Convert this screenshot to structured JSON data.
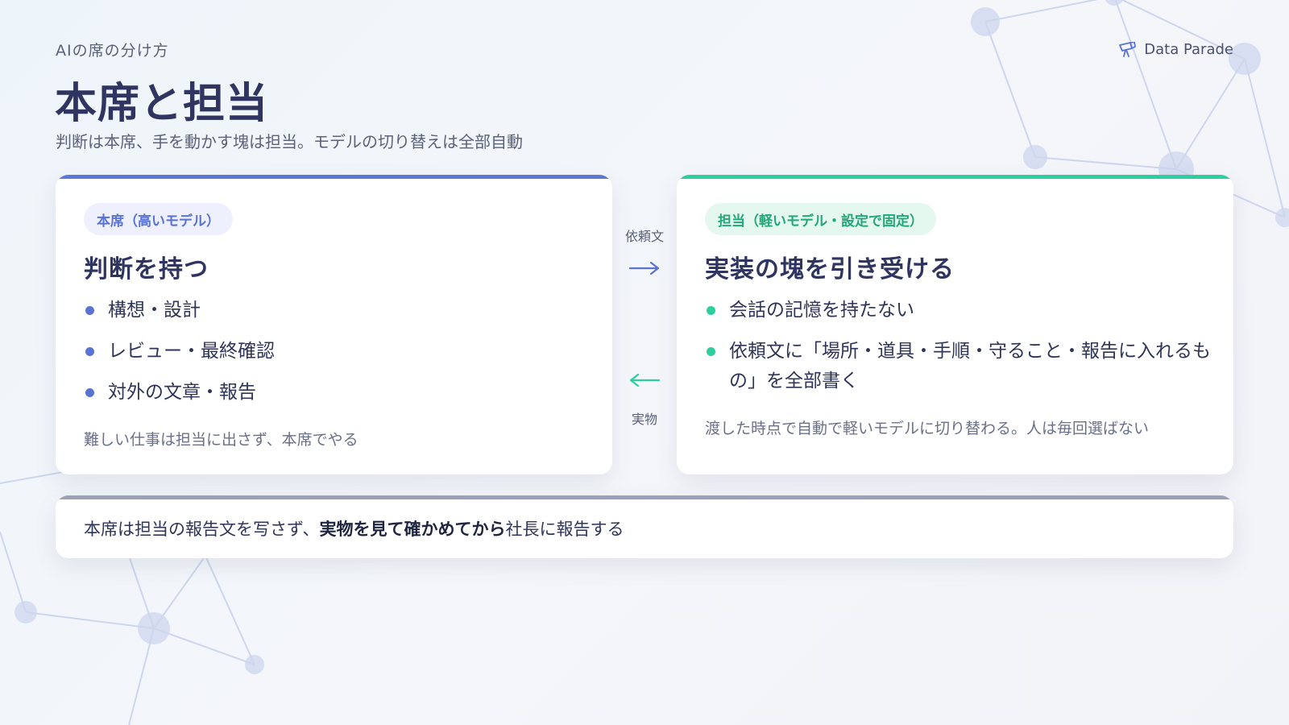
{
  "header": {
    "kicker": "AIの席の分け方",
    "title": "本席と担当",
    "subtitle": "判断は本席、手を動かす塊は担当。モデルの切り替えは全部自動"
  },
  "brand": {
    "name": "Data Parade",
    "icon": "telescope-icon"
  },
  "left_card": {
    "tag": "本席（高いモデル）",
    "heading": "判断を持つ",
    "items": [
      "構想・設計",
      "レビュー・最終確認",
      "対外の文章・報告"
    ],
    "note": "難しい仕事は担当に出さず、本席でやる",
    "accent": "#5a78d6"
  },
  "right_card": {
    "tag": "担当（軽いモデル・設定で固定）",
    "heading": "実装の塊を引き受ける",
    "items": [
      "会話の記憶を持たない",
      "依頼文に「場所・道具・手順・守ること・報告に入れるもの」を全部書く"
    ],
    "note": "渡した時点で自動で軽いモデルに切り替わる。人は毎回選ばない",
    "accent": "#2ecf9e"
  },
  "flow": {
    "to_right_label": "依頼文",
    "to_left_label": "実物",
    "to_right_icon": "arrow-right-icon",
    "to_left_icon": "arrow-left-icon"
  },
  "bottom_note": {
    "before": "本席は担当の報告文を写さず、",
    "emphasis": "実物を見て確かめてから",
    "after": "社長に報告する"
  }
}
